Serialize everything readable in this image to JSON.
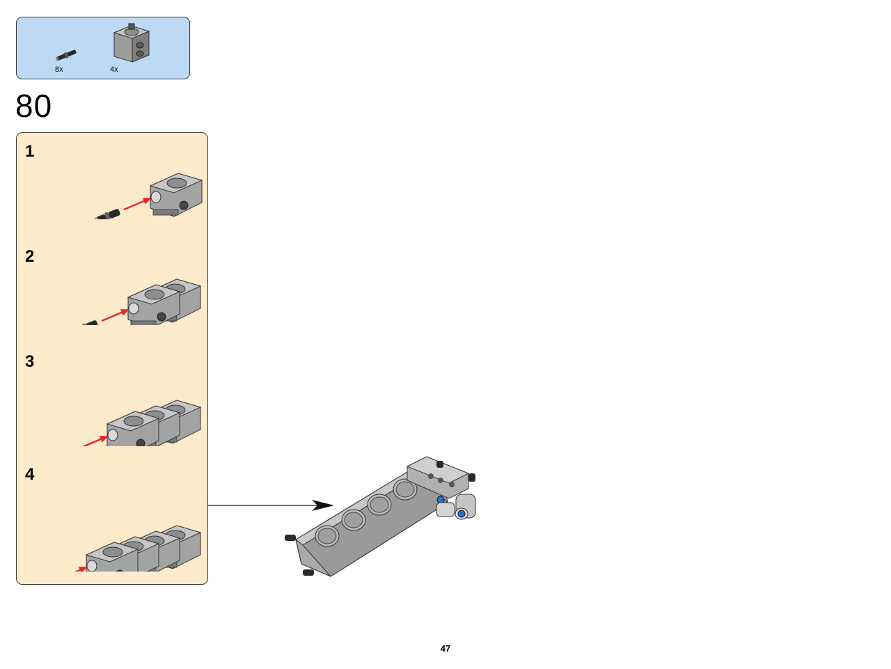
{
  "parts": [
    {
      "name": "pin-with-friction",
      "qty": "8x"
    },
    {
      "name": "cylinder-block-brick",
      "qty": "4x"
    }
  ],
  "step": {
    "number": "80"
  },
  "substeps": [
    {
      "label": "1",
      "blocks": 1
    },
    {
      "label": "2",
      "blocks": 2
    },
    {
      "label": "3",
      "blocks": 3
    },
    {
      "label": "4",
      "blocks": 4
    }
  ],
  "colors": {
    "parts_bg": "#bdd9f3",
    "substeps_bg": "#fdebcb",
    "brick_gray": "#a3a3a3",
    "insert_arrow": "#e8262c",
    "axle_blue": "#2a6fc9"
  },
  "page": {
    "number": "47"
  }
}
